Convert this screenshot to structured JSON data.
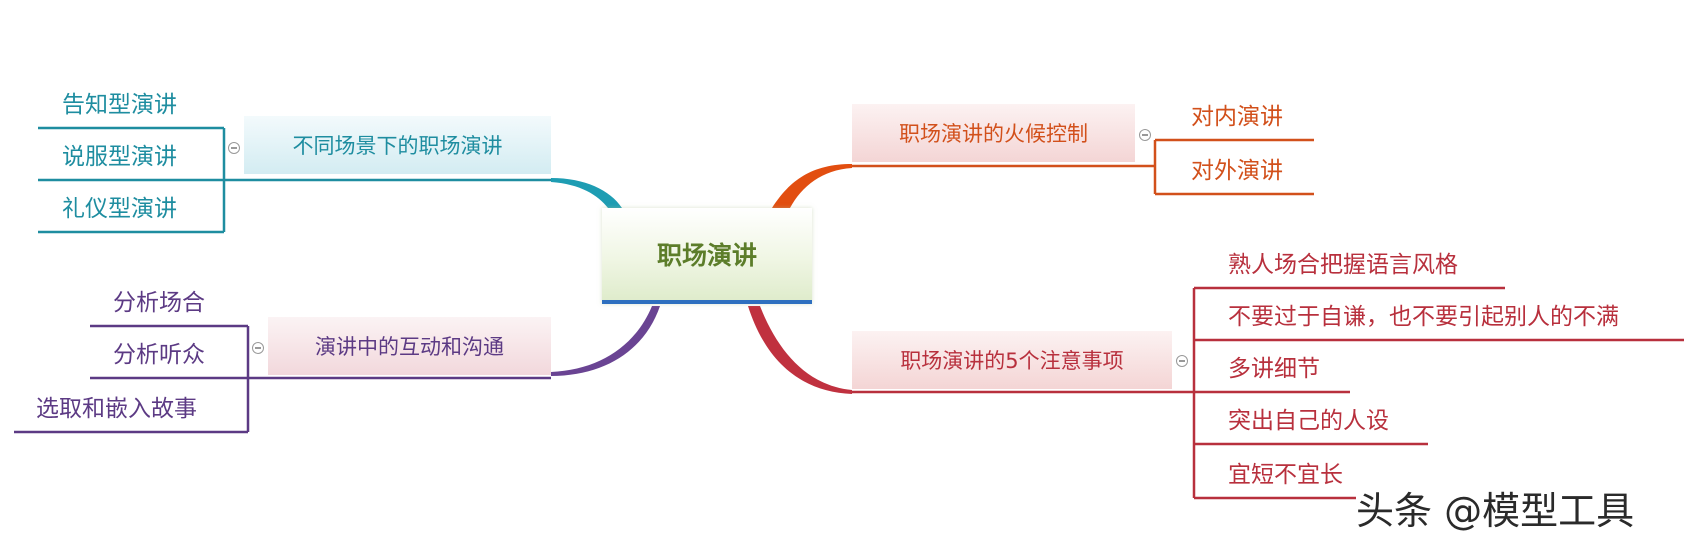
{
  "central": {
    "label": "职场演讲"
  },
  "branches": [
    {
      "key": "teal",
      "label": "不同场景下的职场演讲",
      "color": "#1e8da0",
      "items": [
        "告知型演讲",
        "说服型演讲",
        "礼仪型演讲"
      ]
    },
    {
      "key": "purple",
      "label": "演讲中的互动和沟通",
      "color": "#5c3a84",
      "items": [
        "分析场合",
        "分析听众",
        "选取和嵌入故事"
      ]
    },
    {
      "key": "orange",
      "label": "职场演讲的火候控制",
      "color": "#d2501b",
      "items": [
        "对内演讲",
        "对外演讲"
      ]
    },
    {
      "key": "red",
      "label": "职场演讲的5个注意事项",
      "color": "#b8303d",
      "items": [
        "熟人场合把握语言风格",
        "不要过于自谦，也不要引起别人的不满",
        "多讲细节",
        "突出自己的人设",
        "宜短不宜长"
      ]
    }
  ],
  "watermark": "头条 @模型工具"
}
